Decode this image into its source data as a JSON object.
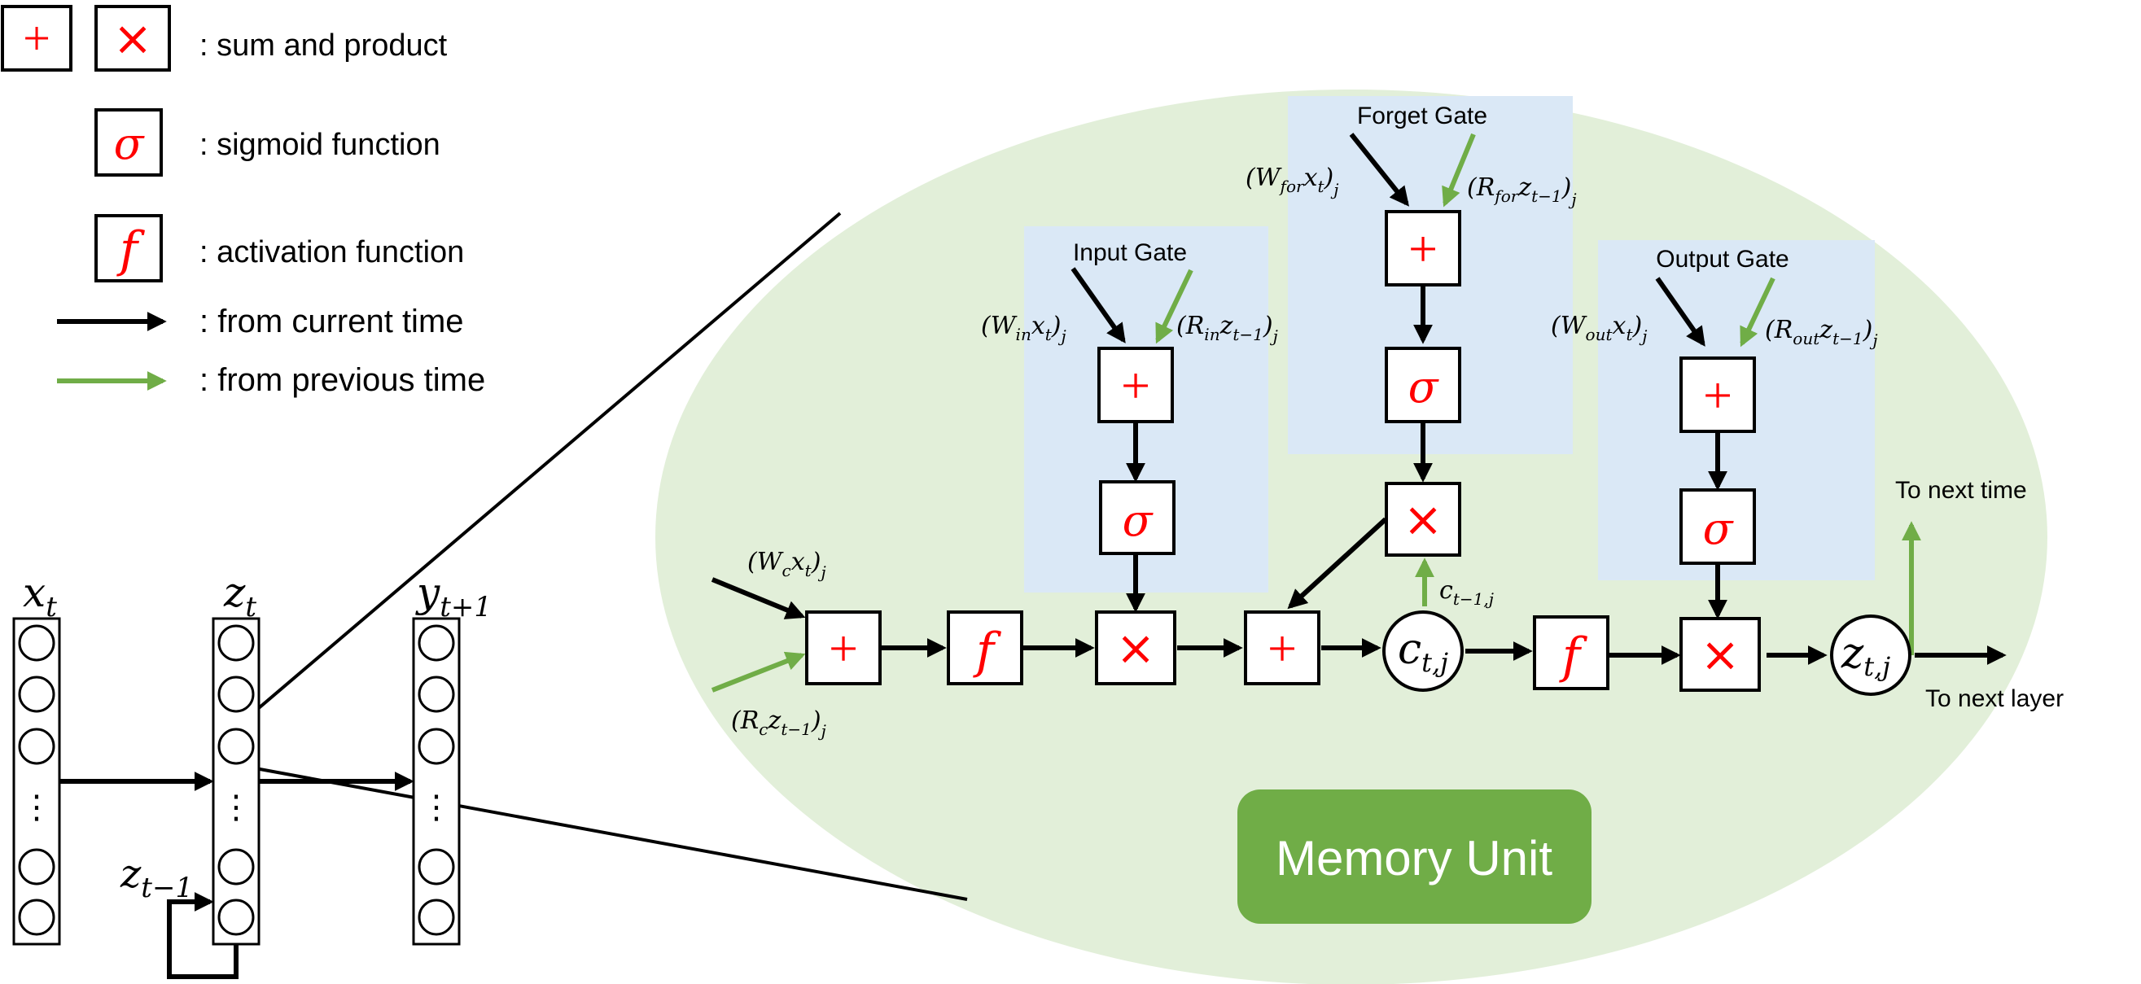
{
  "legend": {
    "sum_product": ": sum and product",
    "sigmoid": ": sigmoid function",
    "activation": ": activation function",
    "current_time": ": from current time",
    "previous_time": ": from previous time"
  },
  "symbols": {
    "plus": "+",
    "times": "×",
    "sigma": "σ",
    "f": "f",
    "vdots": "⋮"
  },
  "network": {
    "x_label": "x",
    "x_sub": "t",
    "z_label": "z",
    "z_sub": "t",
    "y_label": "y",
    "y_sub": "t+1",
    "zprev_label": "z",
    "zprev_sub": "t−1"
  },
  "memory_unit": {
    "title": "Memory Unit",
    "input_gate": "Input Gate",
    "forget_gate": "Forget Gate",
    "output_gate": "Output Gate",
    "to_next_time": "To next time",
    "to_next_layer": "To next layer",
    "c_state": "c",
    "c_sub": "t,j",
    "c_prev": "c",
    "c_prev_sub": "t−1,j",
    "z_state": "z",
    "z_sub": "t,j",
    "w_in": "(W",
    "w_in_sub": "in",
    "w_in_rest": "x",
    "w_in_t": "t",
    "w_in_close": ")",
    "w_in_j": "j",
    "r_in": "(R",
    "r_in_sub": "in",
    "r_in_rest": "z",
    "r_in_t": "t−1",
    "r_in_close": ")",
    "r_in_j": "j",
    "w_for": "(W",
    "w_for_sub": "for",
    "w_for_rest": "x",
    "w_for_t": "t",
    "w_for_close": ")",
    "w_for_j": "j",
    "r_for": "(R",
    "r_for_sub": "for",
    "r_for_rest": "z",
    "r_for_t": "t−1",
    "r_for_close": ")",
    "r_for_j": "j",
    "w_out": "(W",
    "w_out_sub": "out",
    "w_out_rest": "x",
    "w_out_t": "t",
    "w_out_close": ")",
    "w_out_j": "j",
    "r_out": "(R",
    "r_out_sub": "out",
    "r_out_rest": "z",
    "r_out_t": "t−1",
    "r_out_close": ")",
    "r_out_j": "j",
    "w_c": "(W",
    "w_c_sub": "c",
    "w_c_rest": "x",
    "w_c_t": "t",
    "w_c_close": ")",
    "w_c_j": "j",
    "r_c": "(R",
    "r_c_sub": "c",
    "r_c_rest": "z",
    "r_c_t": "t−1",
    "r_c_close": ")",
    "r_c_j": "j"
  },
  "colors": {
    "ellipse": "#e2efd9",
    "gate_panel": "#dae8f6",
    "memory_badge": "#70ad47",
    "previous_arrow": "#70ad47",
    "operator": "#ff0000"
  }
}
